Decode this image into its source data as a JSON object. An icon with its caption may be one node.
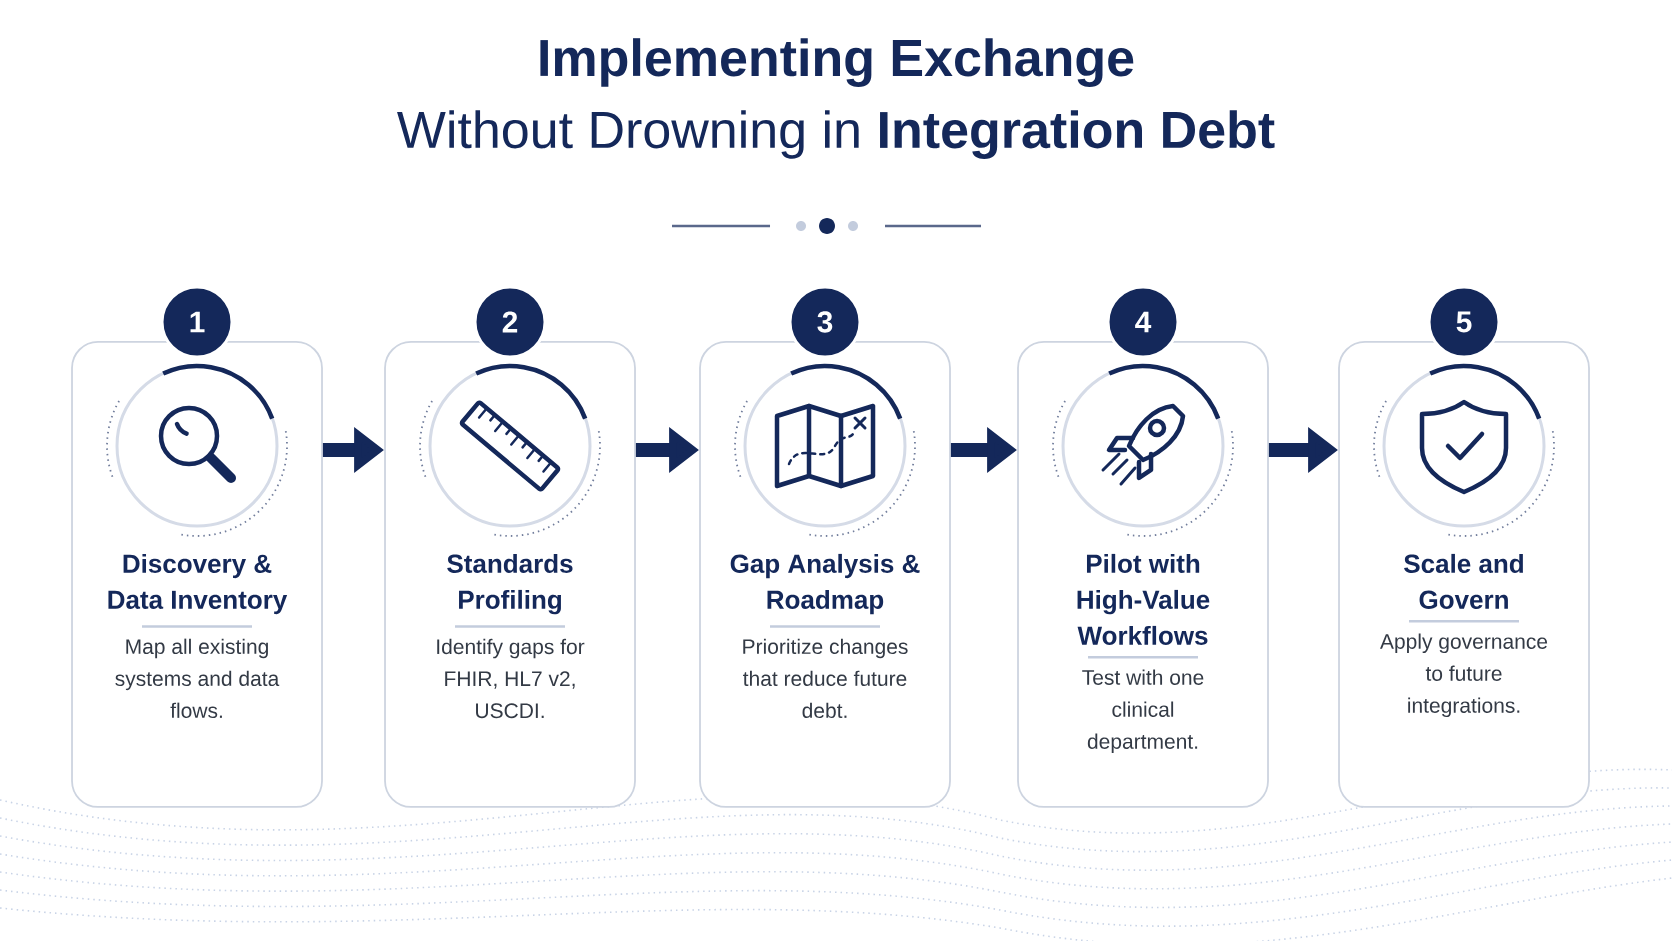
{
  "diagram": {
    "title": "**Implementing Exchange** Without Drowning in **Integration Debt**",
    "nodes": [
      {
        "text": [
          "1"
        ]
      },
      {
        "text": [
          "Discovery & Data Inventory",
          "Map all existing systems and data flows."
        ]
      },
      {
        "text": [
          "2"
        ]
      },
      {
        "text": [
          "Standards Profiling",
          "Identify gaps for FHIR, HL7 v2, USCDI."
        ]
      },
      {
        "text": [
          "3"
        ]
      },
      {
        "text": [
          "Gap Analysis & Roadmap",
          "Prioritize changes that reduce future debt."
        ]
      },
      {
        "text": [
          "4"
        ]
      },
      {
        "text": [
          "Pilot with High-Value Workflows",
          "Test with one clinical department."
        ]
      },
      {
        "text": [
          "5"
        ]
      },
      {
        "text": [
          "Scale and Govern",
          "Apply governance to future integrations."
        ]
      }
    ],
    "edges": [
      {
        "from": 1,
        "to": 3,
        "arrow": "to"
      },
      {
        "from": 3,
        "to": 5,
        "arrow": "to"
      },
      {
        "from": 5,
        "to": 7,
        "arrow": "to"
      },
      {
        "from": 7,
        "to": 9,
        "arrow": "to"
      }
    ]
  }
}
